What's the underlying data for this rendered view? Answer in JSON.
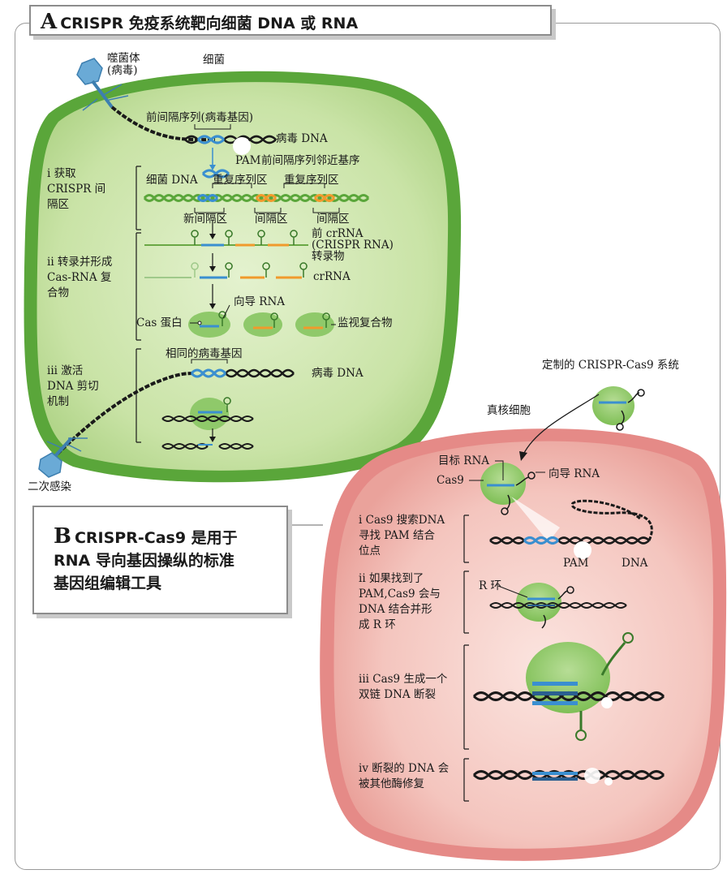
{
  "panel_a": {
    "letter": "A",
    "title": "CRISPR 免疫系统靶向细菌 DNA 或 RNA",
    "labels": {
      "phage": "噬菌体",
      "phage_paren": "(病毒)",
      "bacterium": "细菌",
      "protospacer": "前间隔序列(病毒基因)",
      "viral_dna": "病毒 DNA",
      "pam_short": "PAM",
      "pam_long": "前间隔序列邻近基序",
      "bacterial_dna": "细菌 DNA",
      "repeat1": "重复序列区",
      "repeat2": "重复序列区",
      "new_spacer": "新间隔区",
      "spacer1": "间隔区",
      "spacer2": "间隔区",
      "pre_crrna": "前 crRNA",
      "pre_crrna_paren": "(CRISPR RNA)",
      "transcript": "转录物",
      "crrna": "crRNA",
      "guide_rna": "向导 RNA",
      "cas_protein": "Cas 蛋白",
      "surveillance": "监视复合物",
      "same_gene": "相同的病毒基因",
      "viral_dna_2": "病毒 DNA",
      "reinfection": "二次感染"
    },
    "steps": {
      "i": [
        "i 获取",
        "CRISPR 间",
        "隔区"
      ],
      "ii": [
        "ii 转录并形成",
        "Cas-RNA 复",
        "合物"
      ],
      "iii": [
        "iii 激活",
        "DNA 剪切",
        "机制"
      ]
    }
  },
  "panel_b": {
    "letter": "B",
    "title_lines": [
      "CRISPR-Cas9 是用于",
      "RNA 导向基因操纵的标准",
      "基因组编辑工具"
    ],
    "labels": {
      "custom": "定制的 CRISPR-Cas9 系统",
      "eukaryote": "真核细胞",
      "target_rna": "目标 RNA",
      "cas9": "Cas9",
      "guide_rna": "向导 RNA",
      "pam": "PAM",
      "dna": "DNA",
      "r_loop": "R 环"
    },
    "steps": {
      "i": [
        "i Cas9 搜索DNA",
        "寻找 PAM 结合",
        "位点"
      ],
      "ii": [
        "ii 如果找到了",
        "PAM,Cas9 会与",
        "DNA 结合并形",
        "成 R 环"
      ],
      "iii": [
        "iii Cas9 生成一个",
        "双链 DNA 断裂"
      ],
      "iv": [
        "iv 断裂的 DNA 会",
        "被其他酶修复"
      ]
    }
  },
  "colors": {
    "bacterium_outer": "#5aa63a",
    "bacterium_inner": "#c9e3a6",
    "cell_outer": "#e58a87",
    "cell_inner": "#f6cfc9",
    "spacer_blue": "#3a8fd0",
    "repeat_orange": "#f09a2c",
    "dna_black": "#1a1a1a",
    "cas_green": "#8fc96a"
  }
}
